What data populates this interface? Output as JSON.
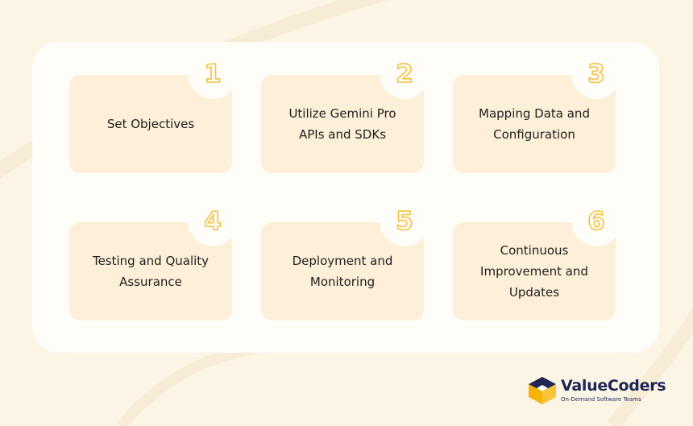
{
  "steps": [
    {
      "number": "1",
      "label": "Set Objectives"
    },
    {
      "number": "2",
      "label": "Utilize Gemini Pro APIs and SDKs"
    },
    {
      "number": "3",
      "label": "Mapping Data and Configuration"
    },
    {
      "number": "4",
      "label": "Testing and Quality Assurance"
    },
    {
      "number": "5",
      "label": "Deployment and Monitoring"
    },
    {
      "number": "6",
      "label": "Continuous Improvement and Updates"
    }
  ],
  "brand": {
    "name": "ValueCoders",
    "tagline": "On-Demand Software Teams"
  },
  "colors": {
    "background": "#fcf5e6",
    "panel": "#fffdf8",
    "card": "#fdefd8",
    "accent": "#f5c242",
    "brand_navy": "#1c2554"
  }
}
